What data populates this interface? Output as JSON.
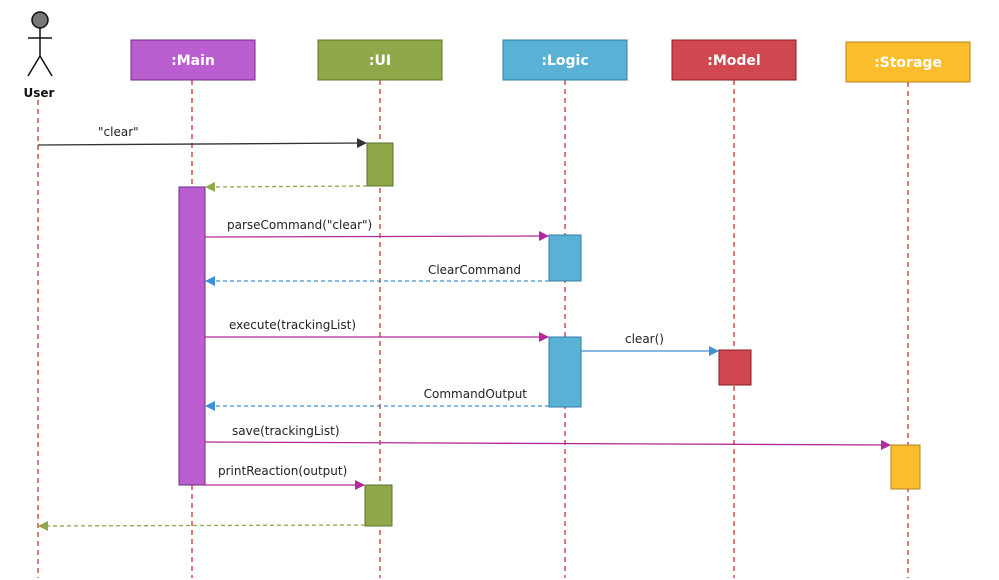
{
  "actor": {
    "label": "User",
    "icon": "stick-figure-icon"
  },
  "participants": [
    {
      "id": "main",
      "label": ":Main",
      "color": "#bb5fd0"
    },
    {
      "id": "ui",
      "label": ":UI",
      "color": "#8ea84a"
    },
    {
      "id": "logic",
      "label": ":Logic",
      "color": "#5ab1d6"
    },
    {
      "id": "model",
      "label": ":Model",
      "color": "#d1474f"
    },
    {
      "id": "storage",
      "label": ":Storage",
      "color": "#fbbd2c"
    }
  ],
  "messages": [
    {
      "label": "\"clear\"",
      "from": "user",
      "to": "ui",
      "style": "solid",
      "color": "#333333"
    },
    {
      "label": "",
      "from": "ui",
      "to": "main",
      "style": "dashed",
      "color": "#8ea84a"
    },
    {
      "label": "parseCommand(\"clear\")",
      "from": "main",
      "to": "logic",
      "style": "solid",
      "color": "#b3289c"
    },
    {
      "label": "ClearCommand",
      "from": "logic",
      "to": "main",
      "style": "dashed",
      "color": "#3d92d6"
    },
    {
      "label": "execute(trackingList)",
      "from": "main",
      "to": "logic",
      "style": "solid",
      "color": "#b3289c"
    },
    {
      "label": "clear()",
      "from": "logic",
      "to": "model",
      "style": "solid",
      "color": "#3d92d6"
    },
    {
      "label": "CommandOutput",
      "from": "logic",
      "to": "main",
      "style": "dashed",
      "color": "#3d92d6"
    },
    {
      "label": "save(trackingList)",
      "from": "main",
      "to": "storage",
      "style": "solid",
      "color": "#b3289c"
    },
    {
      "label": "printReaction(output)",
      "from": "main",
      "to": "ui",
      "style": "solid",
      "color": "#b3289c"
    },
    {
      "label": "",
      "from": "ui",
      "to": "user",
      "style": "dashed",
      "color": "#8ea84a"
    }
  ],
  "colors": {
    "lifeline": "#cc2020"
  }
}
